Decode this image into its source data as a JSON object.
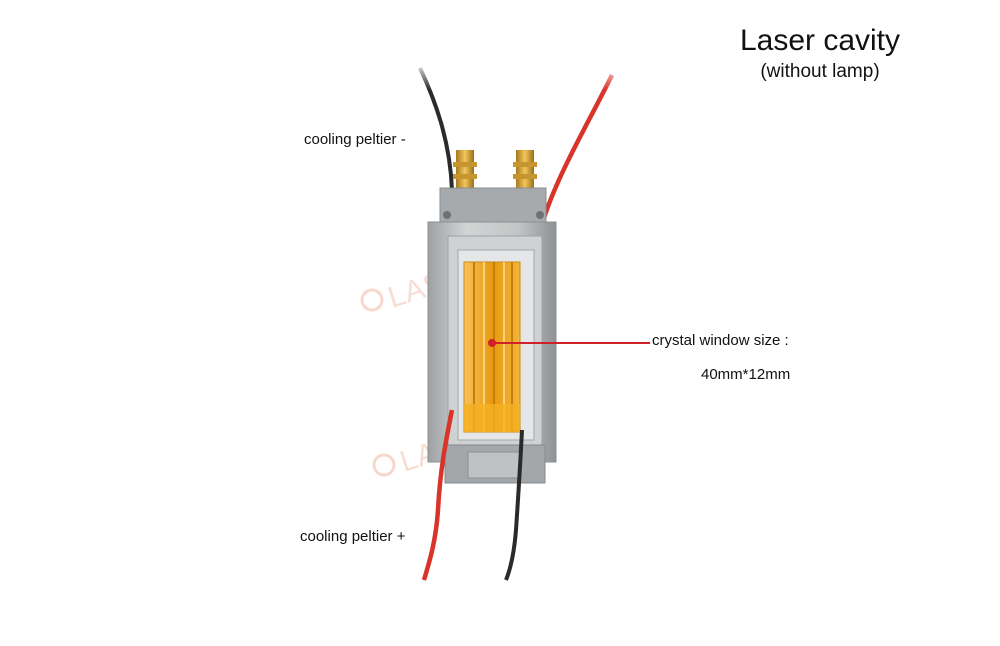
{
  "title": "Laser cavity",
  "subtitle": "(without lamp)",
  "labels": {
    "peltier_minus": "cooling peltier -",
    "peltier_plus": "cooling peltier +",
    "crystal_window": "crystal window size :",
    "window_size": "40mm*12mm"
  },
  "watermark": {
    "text": "LASER",
    "color": "#f2c8b8"
  },
  "colors": {
    "wire_red": "#d8342a",
    "wire_black": "#2a2a2a",
    "body_gray": "#b9bcbd",
    "crystal_amber": "#f0a818",
    "brass": "#d9a53a",
    "pointer": "#d0202a"
  }
}
